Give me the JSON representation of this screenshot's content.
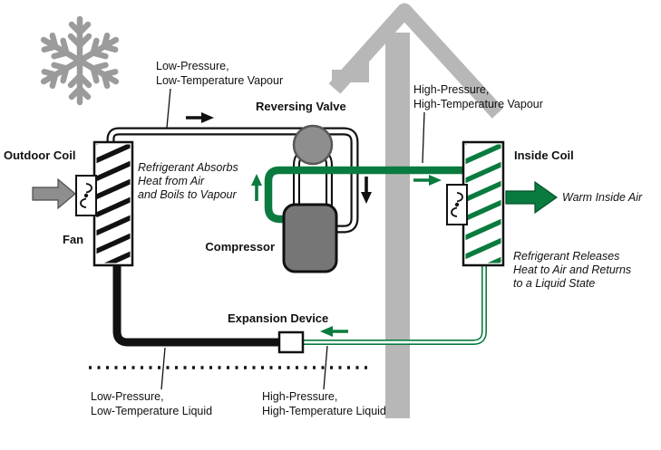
{
  "colors": {
    "green": "#0a7b3e",
    "gray": "#8e8e8e",
    "compressor_gray": "#767676",
    "house_gray": "#b7b7b7",
    "snow": "#9b9b9b",
    "ink": "#111111"
  },
  "labels": {
    "outdoor_coil": "Outdoor Coil",
    "fan": "Fan",
    "reversing_valve": "Reversing Valve",
    "compressor": "Compressor",
    "expansion_device": "Expansion Device",
    "inside_coil": "Inside Coil",
    "warm_inside_air": "Warm Inside Air",
    "lp_vapour": [
      "Low-Pressure,",
      "Low-Temperature Vapour"
    ],
    "hp_vapour": [
      "High-Pressure,",
      "High-Temperature Vapour"
    ],
    "lp_liquid": [
      "Low-Pressure,",
      "Low-Temperature Liquid"
    ],
    "hp_liquid": [
      "High-Pressure,",
      "High-Temperature Liquid"
    ],
    "absorbs": [
      "Refrigerant Absorbs",
      "Heat from Air",
      "and Boils to Vapour"
    ],
    "releases": [
      "Refrigerant Releases",
      "Heat to Air and Returns",
      "to a Liquid State"
    ]
  },
  "icons": {
    "snowflake": "snowflake",
    "outdoor_fan": "fan",
    "indoor_fan": "fan",
    "outdoor_air": "arrow-right-gray",
    "warm_inside_air": "arrow-right-green",
    "flow_arrows": [
      "arrow-right-black",
      "arrow-up-green",
      "arrow-down-black",
      "arrow-right-green",
      "arrow-left-green"
    ]
  }
}
